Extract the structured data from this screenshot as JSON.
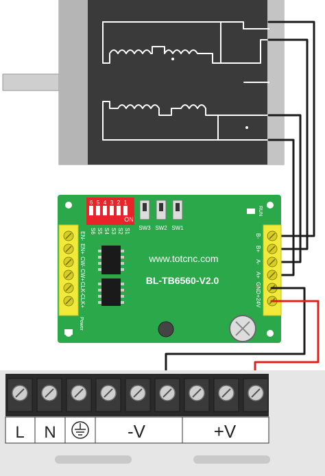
{
  "colors": {
    "board": "#2aa84a",
    "terminal_block": "#f2ea3a",
    "wire_black": "#1a1a1a",
    "wire_red": "#e0201b",
    "wire_white": "#ffffff",
    "motor_body": "#3a3a3a",
    "motor_frame": "#c8c8c8",
    "dip_switch": "#e8242b"
  },
  "motor": {
    "coil_icon_a": "inductor-coil-icon",
    "coil_icon_b": "inductor-coil-icon"
  },
  "board": {
    "website": "www.totcnc.com",
    "model": "BL-TB6560-V2.0",
    "run_label": "RUN",
    "power_label": "Power",
    "dip": {
      "on_label": "ON",
      "numbers": [
        "6",
        "5",
        "4",
        "3",
        "2",
        "1"
      ],
      "labels": [
        "S6",
        "S5",
        "S4",
        "S3",
        "S2",
        "S1"
      ]
    },
    "switches": [
      "SW3",
      "SW2",
      "SW1"
    ],
    "left_terminals": [
      "EN-",
      "EN+",
      "CW-",
      "CW+",
      "CLK-",
      "CLK+"
    ],
    "right_terminals": [
      "B-",
      "B+",
      "A-",
      "A+",
      "GND",
      "+24V"
    ]
  },
  "psu": {
    "labels": {
      "l": "L",
      "n": "N",
      "ground_icon": "ground-icon",
      "minus_v": "-V",
      "plus_v": "+V"
    }
  }
}
